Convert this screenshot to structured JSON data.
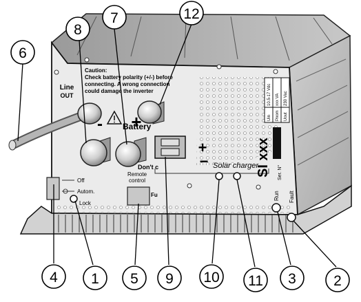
{
  "labels": {
    "line_out_1": "Line",
    "line_out_2": "OUT",
    "caution_title": "Caution:",
    "caution_line1": "Check battery polarity (+/-) before",
    "caution_line2": "connecting. A wrong connection",
    "caution_line3": "could damage the inverter",
    "battery": "Battery",
    "minus": "-",
    "plus": "+",
    "solar_plus": "+",
    "solar_minus": "−",
    "solar_charger": "Solar charger",
    "dont": "Don't c",
    "remote_1": "Remote",
    "remote_2": "control",
    "switch_off": "Off",
    "switch_autom": "Autom.",
    "switch_lock": "Lock",
    "fu": "Fu",
    "run": "Run",
    "fault": "Fault",
    "model": "SI xxx",
    "ser_no": "Ser. N°",
    "spec_header1": "Uin",
    "spec_header2": "Pnom",
    "spec_header3": "Uout",
    "spec_val1": "10.5-17 Vdc",
    "spec_val2": "xxx VA",
    "spec_val3": "230 Vac"
  },
  "callouts": [
    "1",
    "2",
    "3",
    "4",
    "5",
    "6",
    "7",
    "8",
    "9",
    "10",
    "11",
    "12"
  ],
  "colors": {
    "body": "#e6e6e6",
    "top": "#b4b4b4",
    "outline": "#111111"
  }
}
